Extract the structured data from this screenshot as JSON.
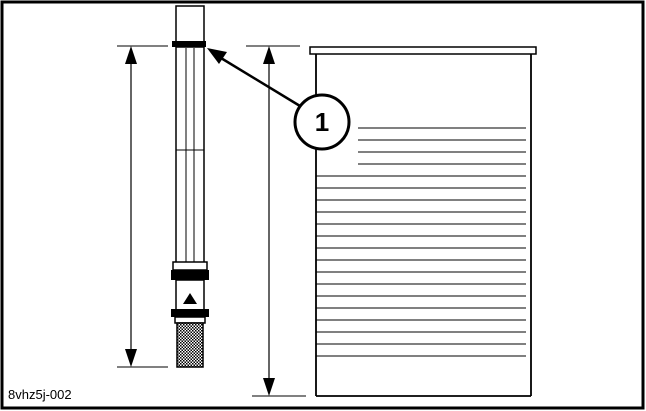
{
  "figure": {
    "callout_label": "1",
    "figure_id": "8vhz5j-002"
  },
  "colors": {
    "ink": "#000000",
    "paper": "#ffffff"
  },
  "icons": {
    "callout": "numbered-circle",
    "arrow": "leader-arrow"
  }
}
